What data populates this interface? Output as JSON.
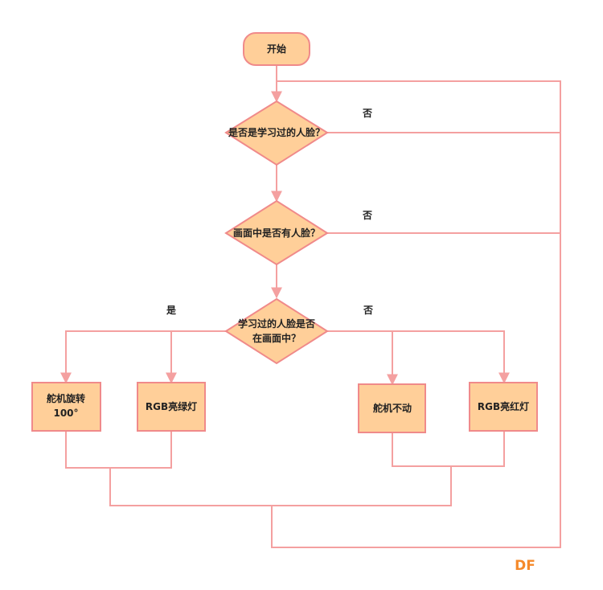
{
  "colors": {
    "fill": "#ffcf99",
    "stroke": "#f08a8a",
    "line": "#f4a0a0",
    "logo": "#f5892a"
  },
  "nodes": {
    "start": "开始",
    "q_learned": "是否是学习过的人脸？",
    "q_face": "画面中是否有人脸？",
    "q_in_frame_line1": "学习过的人脸是否",
    "q_in_frame_line2": "在画面中？",
    "servo_rotate_line1": "舵机旋转",
    "servo_rotate_line2": "100°",
    "rgb_green": "RGB亮绿灯",
    "servo_still": "舵机不动",
    "rgb_red": "RGB亮红灯"
  },
  "edges": {
    "no_1": "否",
    "no_2": "否",
    "yes_3": "是",
    "no_3": "否"
  },
  "watermark": "DF"
}
